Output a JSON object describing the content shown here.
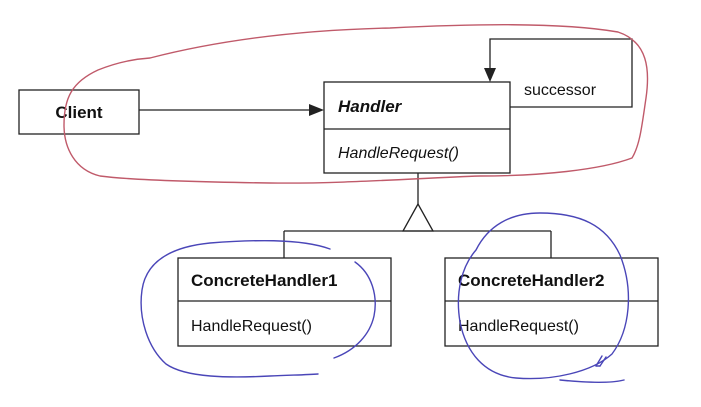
{
  "diagram": {
    "client": {
      "label": "Client"
    },
    "handler": {
      "name": "Handler",
      "method": "HandleRequest()"
    },
    "successor_label": "successor",
    "concrete1": {
      "name": "ConcreteHandler1",
      "method": "HandleRequest()"
    },
    "concrete2": {
      "name": "ConcreteHandler2",
      "method": "HandleRequest()"
    }
  },
  "colors": {
    "ink_red": "#c05a6a",
    "ink_blue": "#4a46b8",
    "uml_lines": "#222222"
  }
}
